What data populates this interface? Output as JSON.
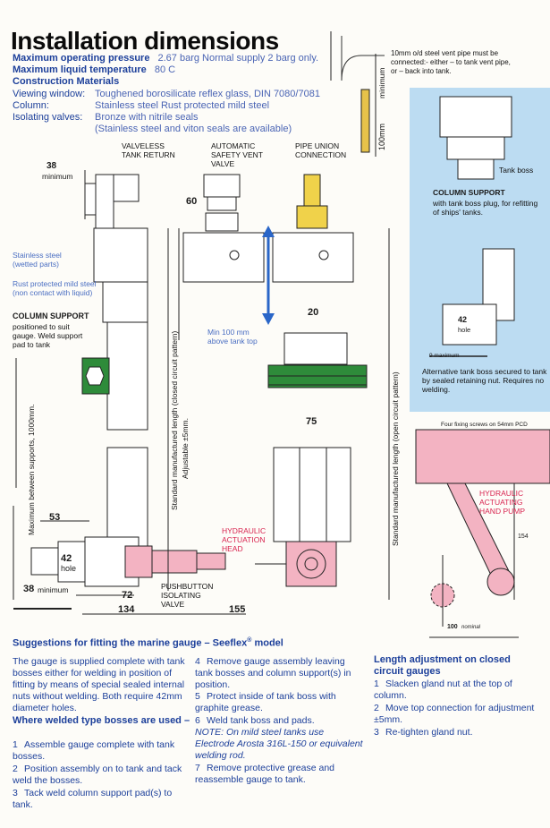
{
  "title": "Installation dimensions",
  "specs": [
    {
      "label": "Maximum operating pressure",
      "value": "2.67 barg Normal supply 2 barg only."
    },
    {
      "label": "Maximum liquid temperature",
      "value": "80 C"
    }
  ],
  "construction": {
    "heading": "Construction Materials",
    "rows": [
      {
        "label": "Viewing window:",
        "value": "Toughened borosilicate reflex glass, DIN 7080/7081"
      },
      {
        "label": "Column:",
        "value": "Stainless steel  Rust protected mild steel"
      },
      {
        "label": "Isolating valves:",
        "value": "Bronze with nitrile seals"
      },
      {
        "label": "",
        "value": "(Stainless steel and viton seals are available)"
      }
    ]
  },
  "diagram": {
    "dim_38_min_top": "38",
    "minimum_word": "minimum",
    "valveless_tank_return": "VALVELESS TANK RETURN",
    "auto_safety_vent_valve": "AUTOMATIC SAFETY VENT VALVE",
    "pipe_union_connection": "PIPE UNION CONNECTION",
    "vent_pipe_note": "10mm o/d steel vent pipe must be connected:- either – to tank vent pipe, or – back into tank.",
    "minimum_vert": "minimum",
    "hundred_mm": "100mm",
    "dim_60": "60",
    "dim_20": "20",
    "dim_75": "75",
    "min_100_above": "Min 100 mm above tank top",
    "stainless_steel_wetted": "Stainless steel (wetted parts)",
    "rust_protected": "Rust protected mild steel (non contact with liquid)",
    "column_support_title": "COLUMN SUPPORT",
    "column_support_desc": "positioned to suit gauge. Weld support pad to tank",
    "max_between_supports": "Maximum between supports, 1000mm.",
    "std_len_closed": "Standard manufactured length  (closed circuit pattern)",
    "adjustable": "Adjustable ±5mm.",
    "std_len_open": "Standard manufactured length  (open circuit pattern)",
    "dim_53": "53",
    "dim_42": "42",
    "hole": "hole",
    "dim_38_min_bottom": "38",
    "dim_72": "72",
    "dim_134": "134",
    "dim_155": "155",
    "pushbutton_valve": "PUSHBUTTON ISOLATING VALVE",
    "hydraulic_head": "HYDRAULIC ACTUATION HEAD",
    "side_tank_boss": "Tank boss",
    "side_col_support_title": "COLUMN SUPPORT",
    "side_col_support_desc": "with tank boss plug, for refitting of ships' tanks.",
    "side_42": "42",
    "side_hole": "hole",
    "side_9max": "9 maximum",
    "side_alt_boss": "Alternative tank boss secured to tank by sealed retaining nut. Requires no welding.",
    "four_screws": "Four fixing screws on 54mm PCD",
    "hand_pump": "HYDRAULIC ACTUATING HAND PUMP",
    "dim_154": "154",
    "dim_100_nominal": "100",
    "nominal_word": "nominal"
  },
  "suggestions": {
    "heading": "Suggestions for fitting the marine gauge – Seeflex",
    "reg": "®",
    "heading_end": " model",
    "intro": "The gauge is supplied complete with tank bosses either for welding in position of fitting by means of special sealed internal nuts without welding. Both require 42mm diameter holes.",
    "welded_heading": "Where welded type bosses are used –",
    "steps_a": [
      {
        "n": "1",
        "text": "Assemble gauge complete with tank bosses."
      },
      {
        "n": "2",
        "text": "Position assembly on to tank and tack weld the bosses."
      },
      {
        "n": "3",
        "text": "Tack weld column support pad(s) to tank."
      }
    ],
    "steps_b": [
      {
        "n": "4",
        "text": "Remove gauge assembly leaving tank bosses and column support(s) in position."
      },
      {
        "n": "5",
        "text": "Protect inside of tank boss with graphite grease."
      },
      {
        "n": "6",
        "text": "Weld tank boss and pads."
      }
    ],
    "note": "NOTE: On mild steel tanks use Electrode Arosta 316L-150 or equivalent welding rod.",
    "step_7": {
      "n": "7",
      "text": "Remove protective grease and reassemble gauge to tank."
    }
  },
  "length_adj": {
    "heading": "Length adjustment on closed circuit gauges",
    "steps": [
      {
        "n": "1",
        "text": "Slacken gland nut at the top of column."
      },
      {
        "n": "2",
        "text": "Move top connection for adjustment ±5mm."
      },
      {
        "n": "3",
        "text": "Re-tighten gland nut."
      }
    ]
  }
}
